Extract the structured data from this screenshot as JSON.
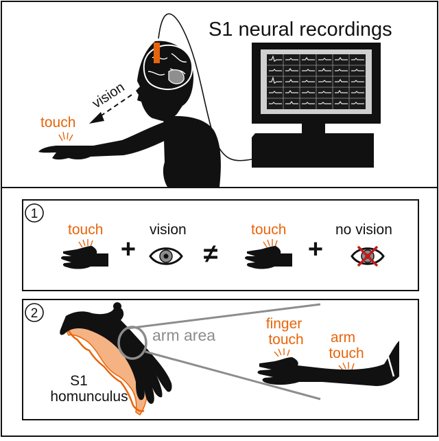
{
  "title": "S1 neural recordings",
  "top_panel": {
    "vision_label": "vision",
    "touch_label": "touch"
  },
  "panel1": {
    "number": "1",
    "touch_a": "touch",
    "vision": "vision",
    "plus": "+",
    "not_equal": "≠",
    "touch_b": "touch",
    "no_vision": "no vision"
  },
  "panel2": {
    "number": "2",
    "arm_area": "arm area",
    "s1_line1": "S1",
    "s1_line2": "homunculus",
    "finger_line1": "finger",
    "finger_line2": "touch",
    "arm_line1": "arm",
    "arm_line2": "touch"
  },
  "colors": {
    "touch": "#e8640a",
    "homunculus_fill": "#f5b383",
    "gray": "#8c8c8c",
    "cross": "#c41a1a",
    "ink": "#111111"
  },
  "icons": [
    "brain-icon",
    "eye-icon",
    "crossed-eye-icon",
    "hand-icon",
    "monitor-icon",
    "homunculus-icon",
    "arm-icon"
  ]
}
